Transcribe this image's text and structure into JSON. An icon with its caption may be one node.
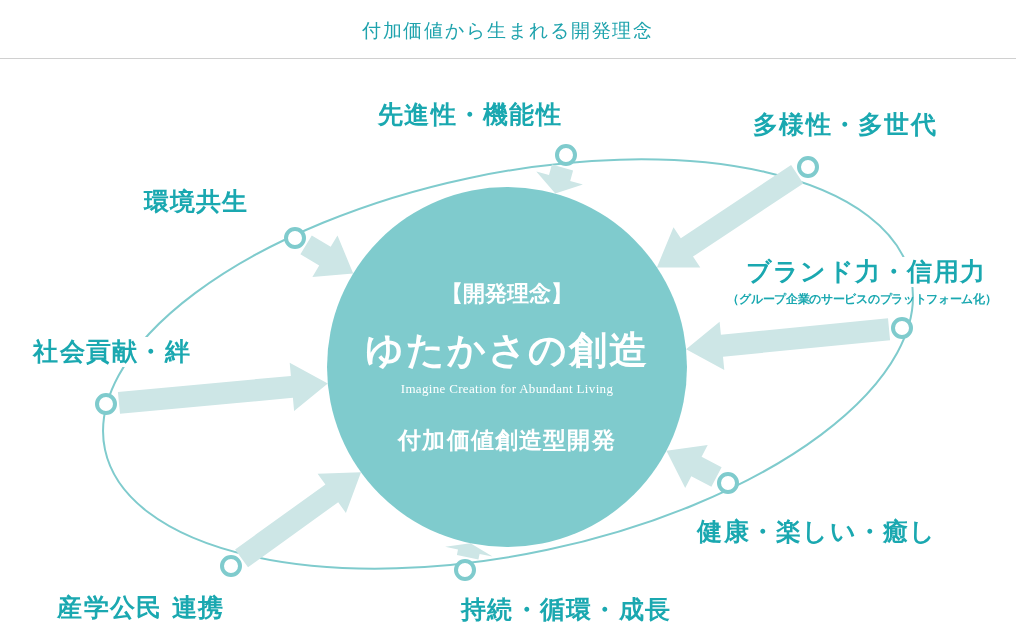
{
  "diagram": {
    "title": "付加価値から生まれる開発理念",
    "nodes": [
      {
        "text": [
          "【開発理念】",
          "ゆたかさの創造",
          "Imagine Creation for Abundant Living",
          "付加価値創造型開発"
        ]
      },
      {
        "text": [],
        "shape": "circle",
        "beside": [
          "環境共生"
        ]
      },
      {
        "text": [],
        "shape": "circle",
        "beside": [
          "先進性・機能性"
        ]
      },
      {
        "text": [],
        "shape": "circle",
        "beside": [
          "多様性・多世代"
        ]
      },
      {
        "text": [],
        "shape": "circle",
        "beside": [
          "ブランド力・信用力",
          "（グループ企業のサービスのプラットフォーム化）"
        ]
      },
      {
        "text": [],
        "shape": "circle",
        "beside": [
          "健康・楽しい・癒し"
        ]
      },
      {
        "text": [],
        "shape": "circle",
        "beside": [
          "持続・循環・成長"
        ]
      },
      {
        "text": [],
        "shape": "circle",
        "beside": [
          "産学公民 連携"
        ]
      },
      {
        "text": [],
        "shape": "circle",
        "beside": [
          "社会貢献・絆"
        ]
      }
    ],
    "edges": [
      {
        "from": 1,
        "to": 0,
        "arrow": "to",
        "style": "thick"
      },
      {
        "from": 2,
        "to": 0,
        "arrow": "to",
        "style": "thick"
      },
      {
        "from": 3,
        "to": 0,
        "arrow": "to",
        "style": "thick"
      },
      {
        "from": 4,
        "to": 0,
        "arrow": "to",
        "style": "thick"
      },
      {
        "from": 5,
        "to": 0,
        "arrow": "to",
        "style": "thick"
      },
      {
        "from": 6,
        "to": 0,
        "arrow": "to",
        "style": "thick"
      },
      {
        "from": 7,
        "to": 0,
        "arrow": "to",
        "style": "thick"
      },
      {
        "from": 8,
        "to": 0,
        "arrow": "to",
        "style": "thick"
      }
    ]
  }
}
